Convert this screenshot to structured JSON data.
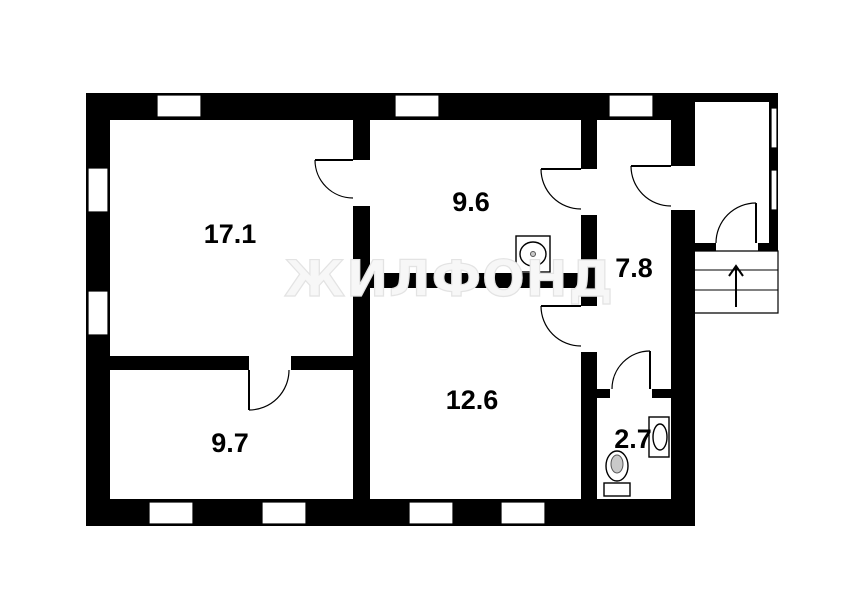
{
  "plan": {
    "rooms": [
      {
        "id": "room-1",
        "area": "17.1"
      },
      {
        "id": "room-2",
        "area": "9.6"
      },
      {
        "id": "room-3",
        "area": "7.8"
      },
      {
        "id": "room-4",
        "area": "12.6"
      },
      {
        "id": "room-5",
        "area": "9.7"
      },
      {
        "id": "room-6",
        "area": "2.7"
      }
    ],
    "watermark": "ЖИЛФОНД"
  },
  "colors": {
    "wall": "#000000",
    "background": "#ffffff"
  },
  "icons": [
    "door-icon",
    "sink-icon",
    "toilet-icon",
    "entrance-arrow-icon"
  ]
}
